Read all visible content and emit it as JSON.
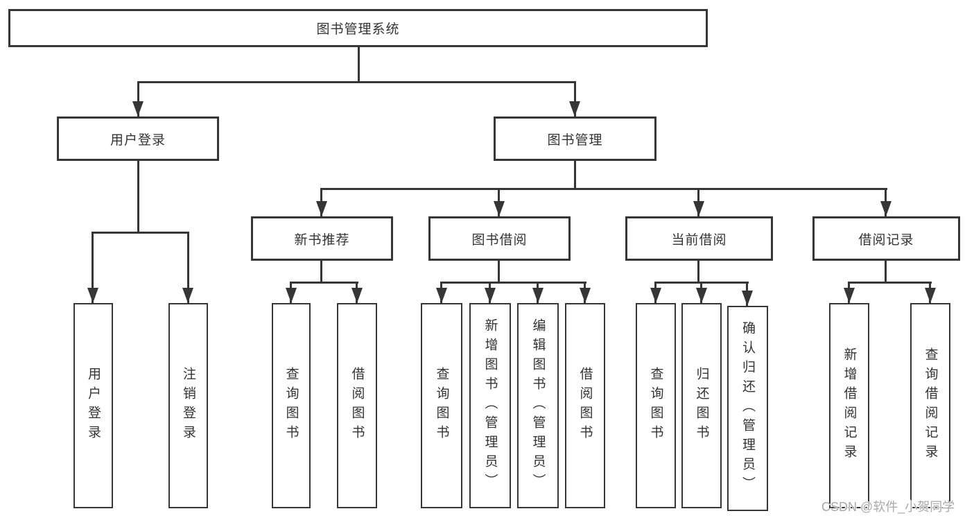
{
  "diagram": {
    "root": "图书管理系统",
    "level2": [
      "用户登录",
      "图书管理"
    ],
    "level3": [
      "新书推荐",
      "图书借阅",
      "当前借阅",
      "借阅记录"
    ],
    "leaves": {
      "user_login": [
        "用户登录",
        "注销登录"
      ],
      "new_book": [
        "查询图书",
        "借阅图书"
      ],
      "book_borrow": [
        "查询图书",
        "新增图书（管理员）",
        "编辑图书（管理员）",
        "借阅图书"
      ],
      "current_borrow": [
        "查询图书",
        "归还图书",
        "确认归还（管理员）"
      ],
      "borrow_record": [
        "新增借阅记录",
        "查询借阅记录"
      ]
    }
  },
  "watermark": "CSDN @软件_小贺同学",
  "colors": {
    "line": "#363636",
    "text": "#333333",
    "watermark": "#a9a9a9",
    "background": "#ffffff"
  }
}
